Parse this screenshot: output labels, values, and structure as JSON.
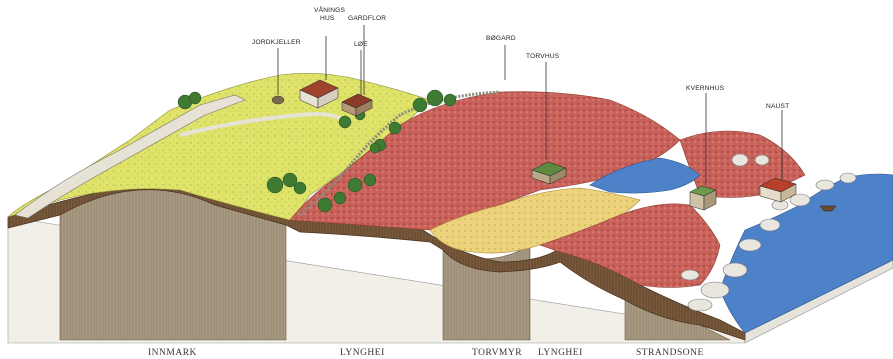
{
  "labels": {
    "jordkjeller": "JORDKJELLER",
    "vaningshus_line1": "VÅNINGS",
    "vaningshus_line2": "HUS",
    "gardflor": "GARDFLOR",
    "loe": "LØE",
    "bogard": "BØGARD",
    "torvhus": "TORVHUS",
    "kvernhus": "KVERNHUS",
    "naust": "NAUST"
  },
  "zones": {
    "innmark": "INNMARK",
    "lynghei_1": "LYNGHEI",
    "torvmyr": "TORVMYR",
    "lynghei_2": "LYNGHEI",
    "strandsone": "STRANDSONE"
  },
  "colors": {
    "infield": "#dfe36a",
    "heath": "#c8625a",
    "bog": "#ecd27a",
    "sea": "#4d82c8",
    "soil": "#7a5a3c",
    "bedrock": "#a89a82"
  }
}
